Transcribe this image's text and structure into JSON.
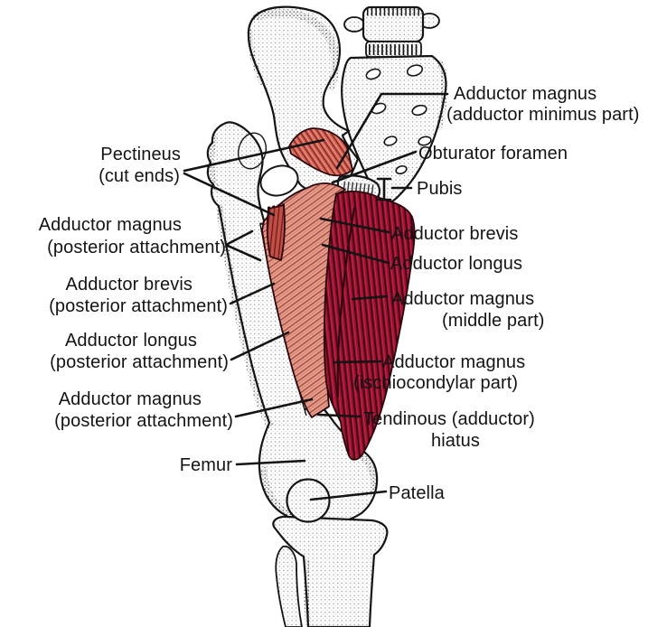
{
  "figure": {
    "type": "anatomical-line-diagram",
    "labels": {
      "adductor_minimus": {
        "line1": "Adductor magnus",
        "line2": "(adductor minimus part)"
      },
      "obturator_foramen": {
        "text": "Obturator foramen"
      },
      "pubis": {
        "text": "Pubis"
      },
      "adductor_brevis": {
        "text": "Adductor brevis"
      },
      "adductor_longus": {
        "text": "Adductor longus"
      },
      "adductor_magnus_middle": {
        "line1": "Adductor magnus",
        "line2": "(middle part)"
      },
      "adductor_magnus_ischiocondylar": {
        "line1": "Adductor magnus",
        "line2": "(ischiocondylar part)"
      },
      "tendinous_hiatus": {
        "line1": "Tendinous (adductor)",
        "line2": "hiatus"
      },
      "patella": {
        "text": "Patella"
      },
      "pectineus": {
        "line1": "Pectineus",
        "line2": "(cut ends)"
      },
      "adductor_magnus_posterior_upper": {
        "line1": "Adductor magnus",
        "line2": "(posterior attachment)"
      },
      "adductor_brevis_posterior": {
        "line1": "Adductor brevis",
        "line2": "(posterior attachment)"
      },
      "adductor_longus_posterior": {
        "line1": "Adductor longus",
        "line2": "(posterior attachment)"
      },
      "adductor_magnus_posterior_lower": {
        "line1": "Adductor magnus",
        "line2": "(posterior attachment)"
      },
      "femur": {
        "text": "Femur"
      }
    },
    "colors": {
      "background": "#ffffff",
      "line": "#151515",
      "muscle_dark": "#9c1030",
      "muscle_dark_fiber": "#36060f",
      "muscle_dark_highlight": "#c32e52",
      "muscle_light": "#e79c8c",
      "muscle_light_fiber": "#8a3a2e",
      "muscle_band": "#d26254",
      "muscle_band_fiber": "#77201c",
      "muscle_stub": "#c14f45",
      "muscle_stub_fiber": "#641614"
    }
  }
}
